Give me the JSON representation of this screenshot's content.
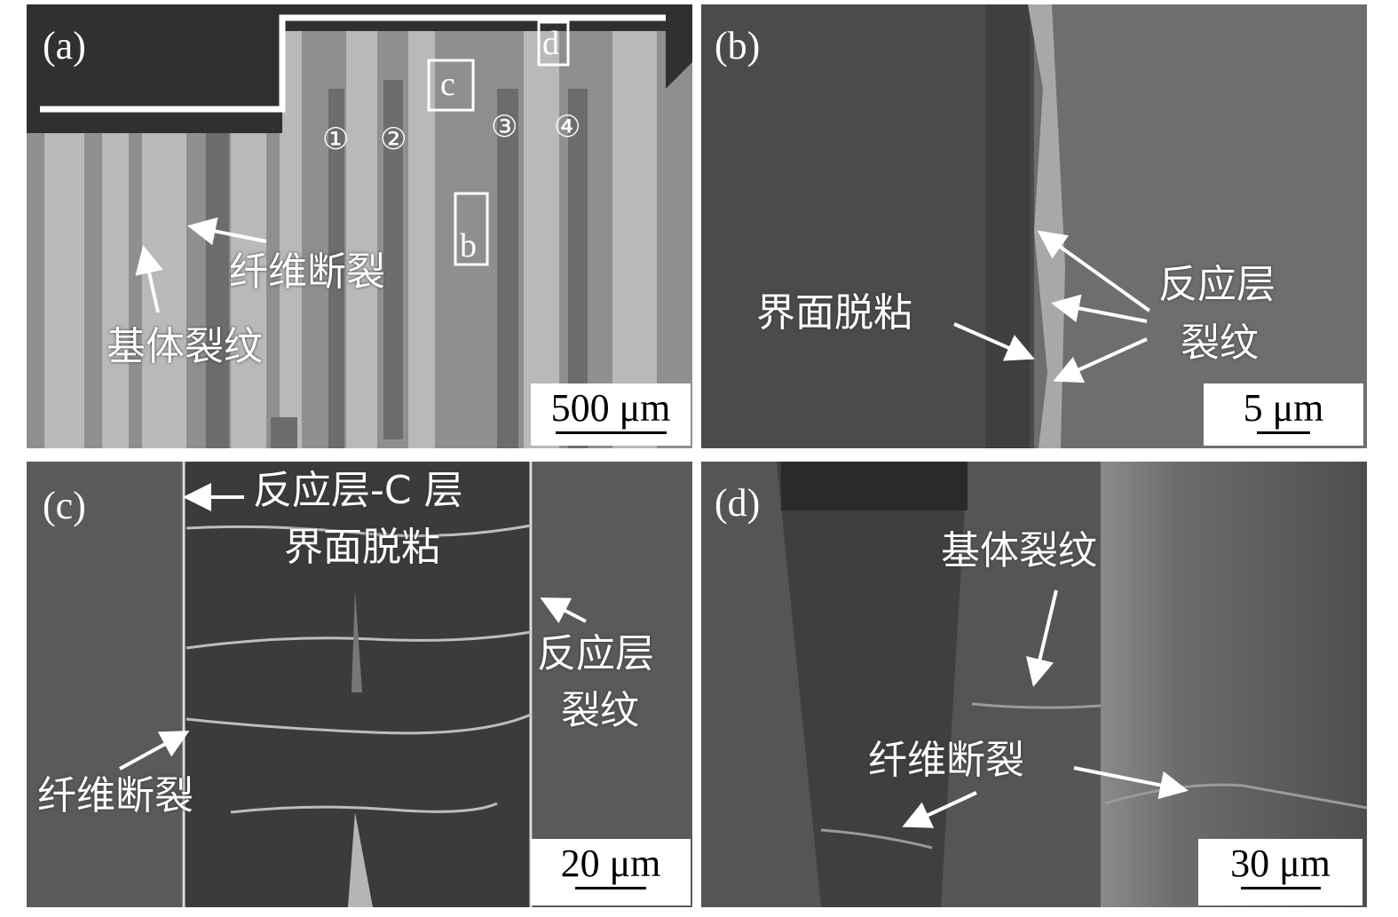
{
  "panels": {
    "a": {
      "label": "(a)",
      "boxes": [
        "c",
        "d",
        "b"
      ],
      "fiber_numbers": [
        "①",
        "②",
        "③",
        "④"
      ],
      "annotations": [
        "纤维断裂",
        "基体裂纹"
      ],
      "scale_bar": "500 μm"
    },
    "b": {
      "label": "(b)",
      "annotations": [
        "界面脱粘",
        "反应层",
        "裂纹"
      ],
      "scale_bar": "5 μm"
    },
    "c": {
      "label": "(c)",
      "annotations": [
        "反应层-C 层",
        "界面脱粘",
        "反应层",
        "裂纹",
        "纤维断裂"
      ],
      "scale_bar": "20 μm"
    },
    "d": {
      "label": "(d)",
      "annotations": [
        "基体裂纹",
        "纤维断裂"
      ],
      "scale_bar": "30 μm"
    }
  },
  "colors": {
    "annotation": "#ffffff",
    "background": "#ffffff"
  }
}
